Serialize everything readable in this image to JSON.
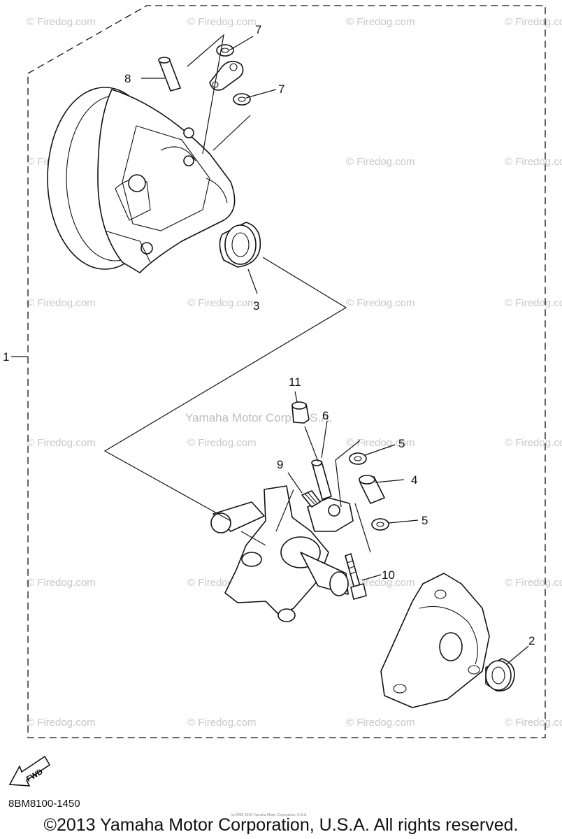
{
  "callouts": {
    "c1": "1",
    "c2": "2",
    "c3": "3",
    "c4": "4",
    "c5a": "5",
    "c5b": "5",
    "c6": "6",
    "c7a": "7",
    "c7b": "7",
    "c8": "8",
    "c9": "9",
    "c10": "10",
    "c11": "11"
  },
  "fwd_label": "FWD",
  "part_code": "8BM8100-1450",
  "copyright": "©2013 Yamaha Motor Corporation, U.S.A. All rights reserved.",
  "tiny_copyright": "(c) 2005-2015 Yamaha Motor Corporation, U.S.A.",
  "watermark": {
    "site": "© Firedog.com",
    "center": "Yamaha Motor Corp. U.S.A."
  },
  "icons": [
    "fwd-arrow-icon"
  ]
}
